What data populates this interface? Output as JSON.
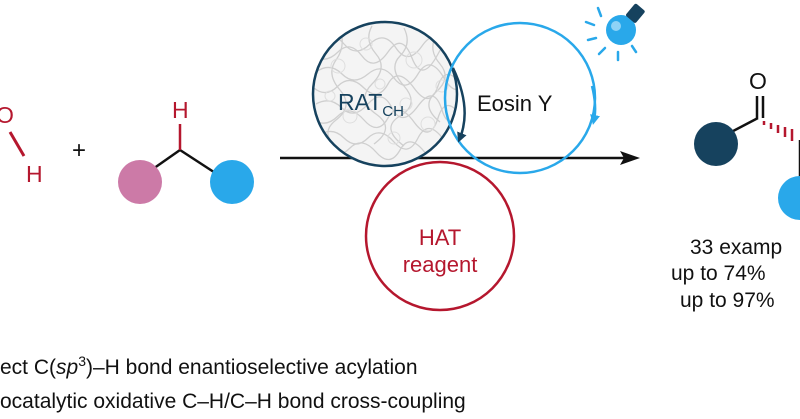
{
  "labels": {
    "left_oxygen": "O",
    "left_hydrogen": "H",
    "plus": "+",
    "substrate_hydrogen": "H",
    "catalyst_main": "RAT",
    "catalyst_sub": "CH",
    "photocatalyst": "Eosin Y",
    "hat_line1": "HAT",
    "hat_line2": "reagent",
    "product_oxygen": "O"
  },
  "results": {
    "line1": "33 examp",
    "line2": "up to 74%",
    "line3": "up to 97%"
  },
  "bullets": {
    "line1_pre": "ect C(",
    "line1_italic": "sp",
    "line1_sup": "3",
    "line1_post": ")–H bond enantioselective acylation",
    "line2": "ocatalytic oxidative C–H/C–H bond cross-coupling"
  },
  "colors": {
    "crimson": "#b5172e",
    "navy": "#16425e",
    "sky": "#29a8ea",
    "pink": "#cc7aa7",
    "bond": "#111111"
  },
  "icons": {
    "enzyme": "enzyme-texture-icon",
    "light": "light-bulb-icon"
  }
}
